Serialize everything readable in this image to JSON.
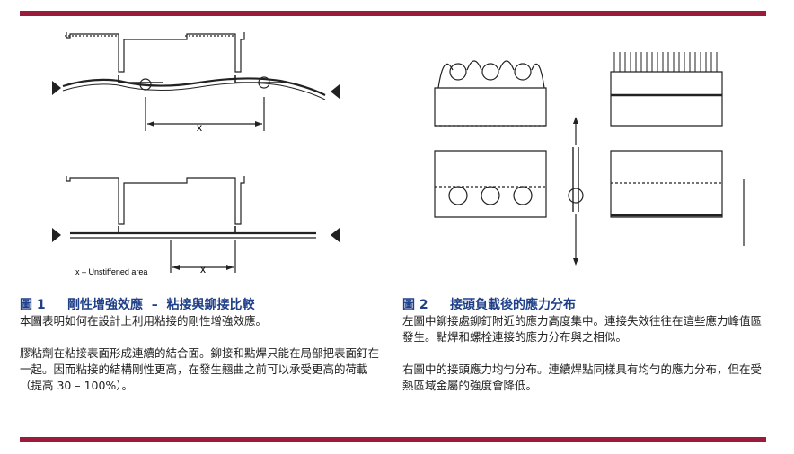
{
  "colors": {
    "rule": "#9b1c3a",
    "title": "#1f3f88",
    "drawing": "#222222"
  },
  "figure1": {
    "dimension_label": "x",
    "legend": "x – Unstiffened area",
    "caption_title": "圖 1     剛性增強效應  –  粘接與鉚接比較",
    "paragraphs": [
      "本圖表明如何在設計上利用粘接的剛性增強效應。",
      "膠粘劑在粘接表面形成連續的結合面。鉚接和點焊只能在局部把表面釘在一起。因而粘接的結構剛性更高，在發生翹曲之前可以承受更高的荷載（提高 30 – 100%）。"
    ]
  },
  "figure2": {
    "caption_title": "圖 2     接頭負載後的應力分布",
    "paragraphs": [
      "左圖中鉚接處鉚釘附近的應力高度集中。連接失效往往在這些應力峰值區發生。點焊和螺栓連接的應力分布與之相似。",
      "右圖中的接頭應力均勻分布。連續焊點同樣具有均勻的應力分布，但在受熱區域金屬的強度會降低。"
    ]
  }
}
